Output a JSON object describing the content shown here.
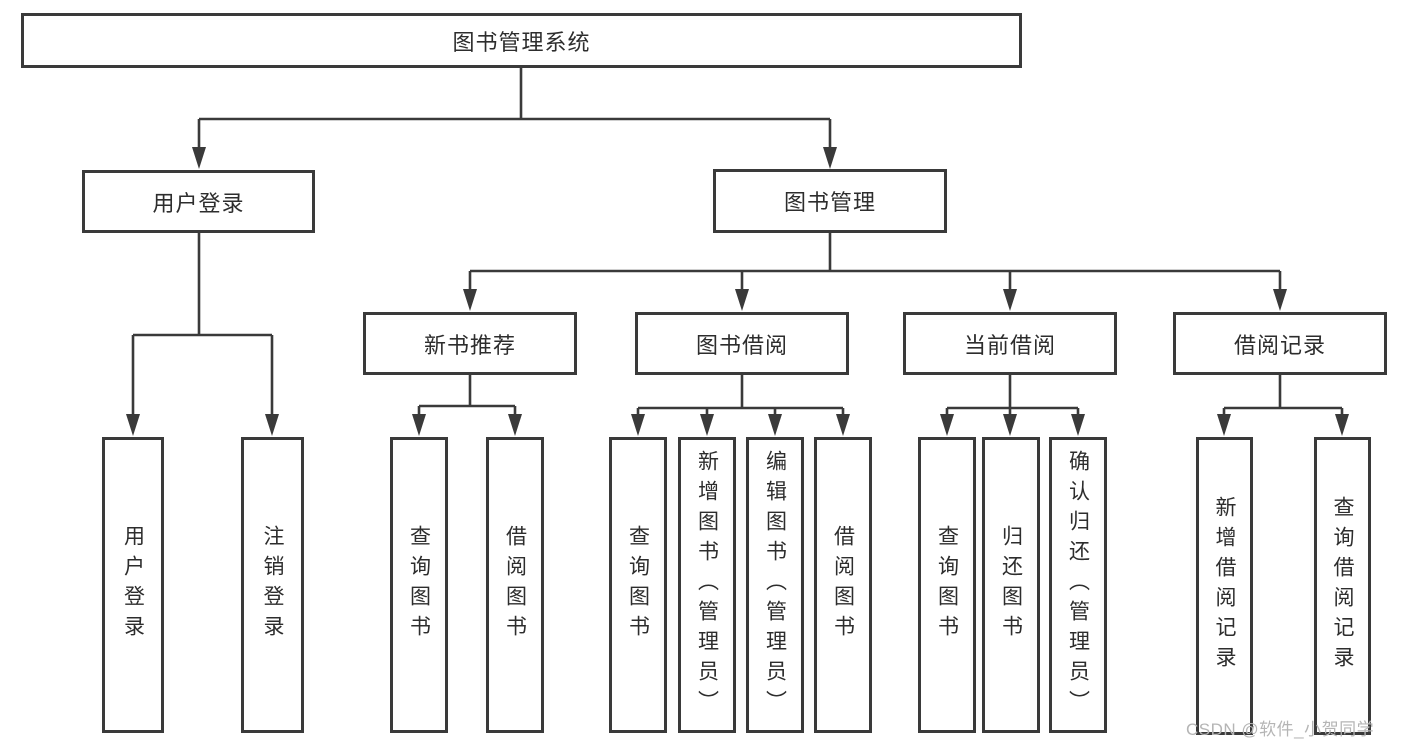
{
  "tree": {
    "root": "图书管理系统",
    "level2": [
      "用户登录",
      "图书管理"
    ],
    "level3": [
      "新书推荐",
      "图书借阅",
      "当前借阅",
      "借阅记录"
    ],
    "leaves": {
      "login": [
        "用户登录",
        "注销登录"
      ],
      "new_book_recommend": [
        "查询图书",
        "借阅图书"
      ],
      "book_borrow": [
        "查询图书",
        "新增图书（管理员）",
        "编辑图书（管理员）",
        "借阅图书"
      ],
      "current_borrow": [
        "查询图书",
        "归还图书",
        "确认归还（管理员）"
      ],
      "borrow_record": [
        "新增借阅记录",
        "查询借阅记录"
      ]
    }
  },
  "watermark": "CSDN @软件_小贺同学",
  "colors": {
    "line": "#3a3a3a",
    "text": "#2d2d2d",
    "watermark": "#b5b5b5",
    "background": "#ffffff"
  }
}
